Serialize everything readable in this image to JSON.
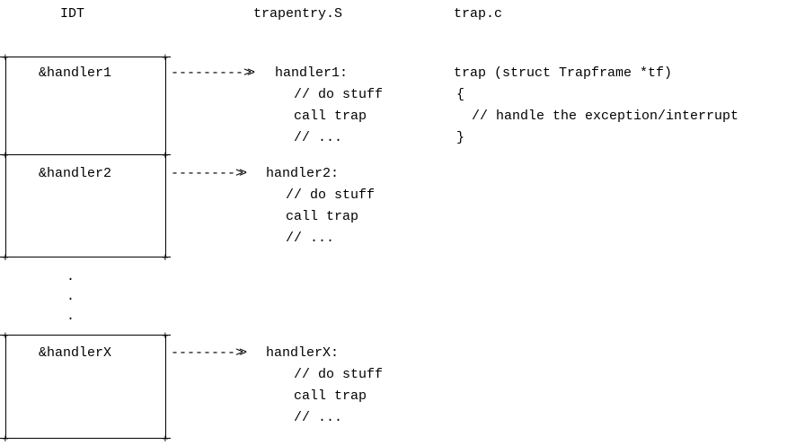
{
  "columns": {
    "idt": "IDT",
    "asm_file": "trapentry.S",
    "c_file": "trap.c"
  },
  "entries": [
    {
      "label": "&handler1",
      "arrow": "--------->",
      "handler": "handler1:",
      "body": [
        "// do stuff",
        "call trap",
        "// ..."
      ]
    },
    {
      "label": "&handler2",
      "arrow": "-------->",
      "handler": "handler2:",
      "body": [
        "// do stuff",
        "call trap",
        "// ..."
      ]
    },
    {
      "label": "&handlerX",
      "arrow": "-------->",
      "handler": "handlerX:",
      "body": [
        "// do stuff",
        "call trap",
        "// ..."
      ]
    }
  ],
  "ellipsis": [
    ".",
    ".",
    "."
  ],
  "trap_function": {
    "signature": "trap (struct Trapframe *tf)",
    "open": "{",
    "comment": "// handle the exception/interrupt",
    "close": "}"
  }
}
